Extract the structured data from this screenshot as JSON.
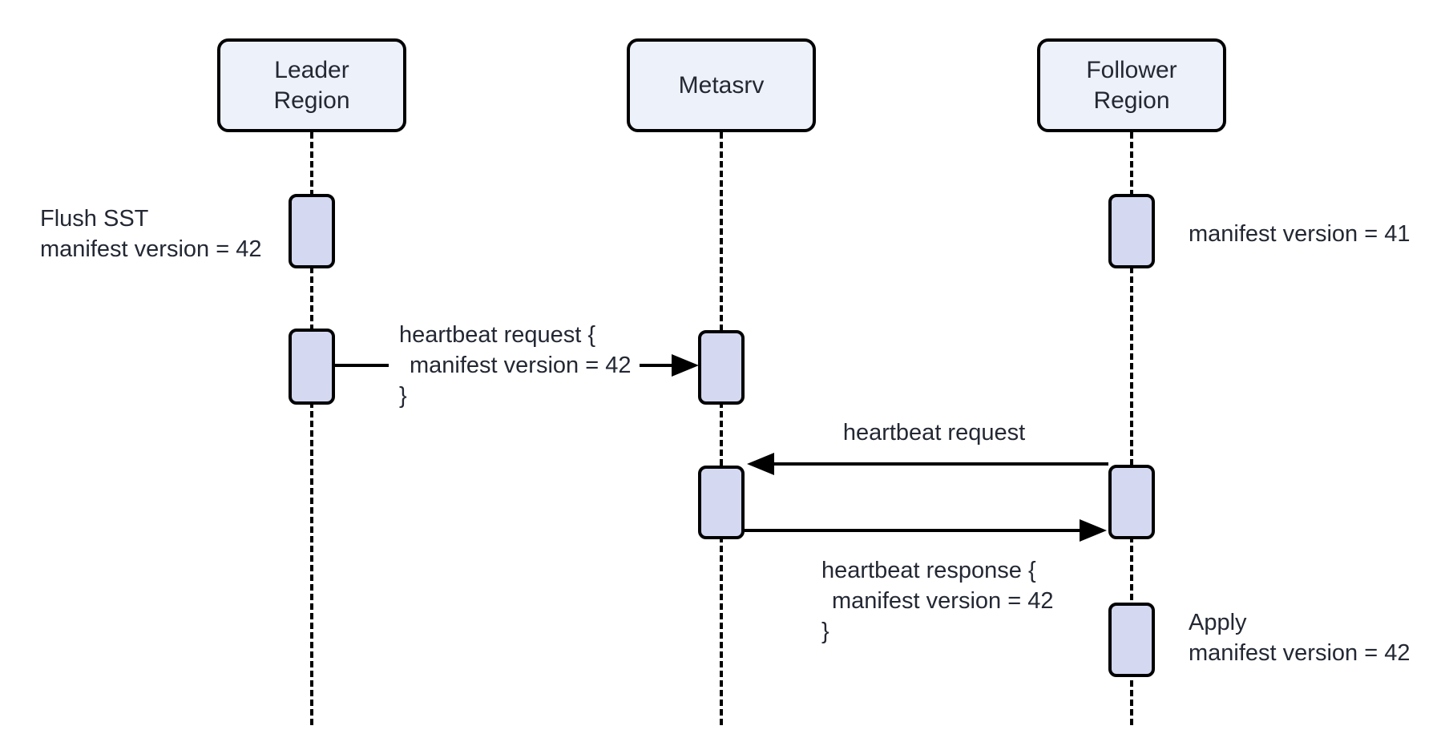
{
  "diagram_type": "sequence-diagram",
  "colors": {
    "background": "#ffffff",
    "actor_fill": "#edf1fa",
    "activation_fill": "#d4d8f1",
    "line": "#000000",
    "text": "#232833"
  },
  "actors": [
    {
      "id": "leader-region",
      "label_lines": [
        "Leader",
        "Region"
      ]
    },
    {
      "id": "metasrv",
      "label_lines": [
        "Metasrv"
      ]
    },
    {
      "id": "follower-region",
      "label_lines": [
        "Follower",
        "Region"
      ]
    }
  ],
  "messages": [
    {
      "from": "leader-region",
      "to": "metasrv",
      "label_lines": [
        "heartbeat request {",
        "manifest version = 42",
        "}"
      ]
    },
    {
      "from": "follower-region",
      "to": "metasrv",
      "label_lines": [
        "heartbeat request"
      ]
    },
    {
      "from": "metasrv",
      "to": "follower-region",
      "label_lines": [
        "heartbeat response {",
        "manifest version = 42",
        "}"
      ]
    }
  ],
  "annotations": [
    {
      "target": "leader-region",
      "side": "left",
      "lines": [
        "Flush SST",
        "manifest version = 42"
      ]
    },
    {
      "target": "follower-region",
      "side": "right",
      "lines": [
        "manifest version = 41"
      ]
    },
    {
      "target": "follower-region",
      "side": "right",
      "lines": [
        "Apply",
        "manifest version = 42"
      ]
    }
  ]
}
